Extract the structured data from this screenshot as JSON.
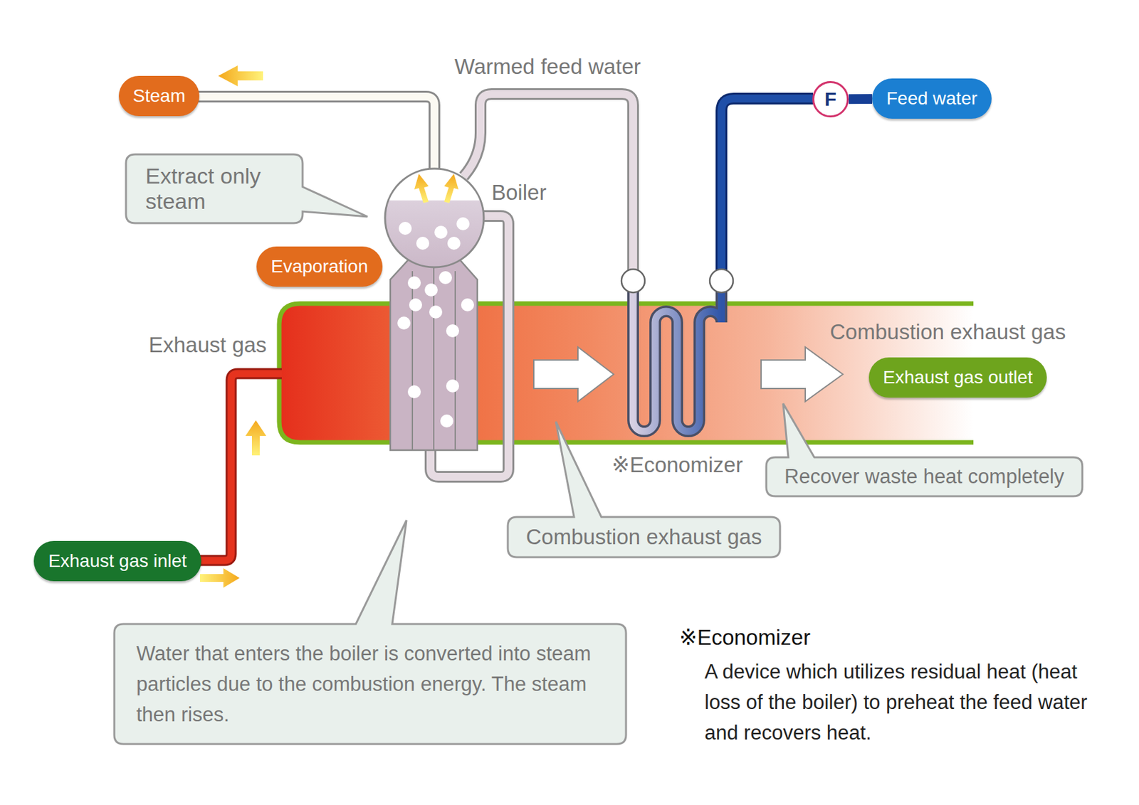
{
  "diagram": {
    "nodes": [
      {
        "text": [
          "Steam"
        ]
      },
      {
        "text": [
          "F"
        ]
      },
      {
        "text": [
          "Feed water"
        ]
      },
      {
        "text": [
          "Extract only steam"
        ]
      },
      {
        "text": [
          "Evaporation"
        ]
      },
      {
        "text": [
          "Exhaust gas outlet"
        ]
      },
      {
        "text": [
          "Recover waste heat completely"
        ]
      },
      {
        "text": [
          "Combustion exhaust gas"
        ]
      },
      {
        "text": [
          "Exhaust gas inlet"
        ]
      },
      {
        "text": [
          "Water that enters the boiler is converted into steam particles due to the combustion energy. The steam then rises."
        ]
      }
    ],
    "edges": [
      {
        "from": 2,
        "to": 1,
        "arrow": "none"
      }
    ],
    "labels": [
      "Warmed feed water",
      "Boiler",
      "Exhaust gas",
      "Combustion exhaust gas",
      "※Economizer",
      "※Economizer",
      "A device which utilizes residual heat (heat loss of the boiler) to preheat the feed water and recovers heat."
    ]
  }
}
